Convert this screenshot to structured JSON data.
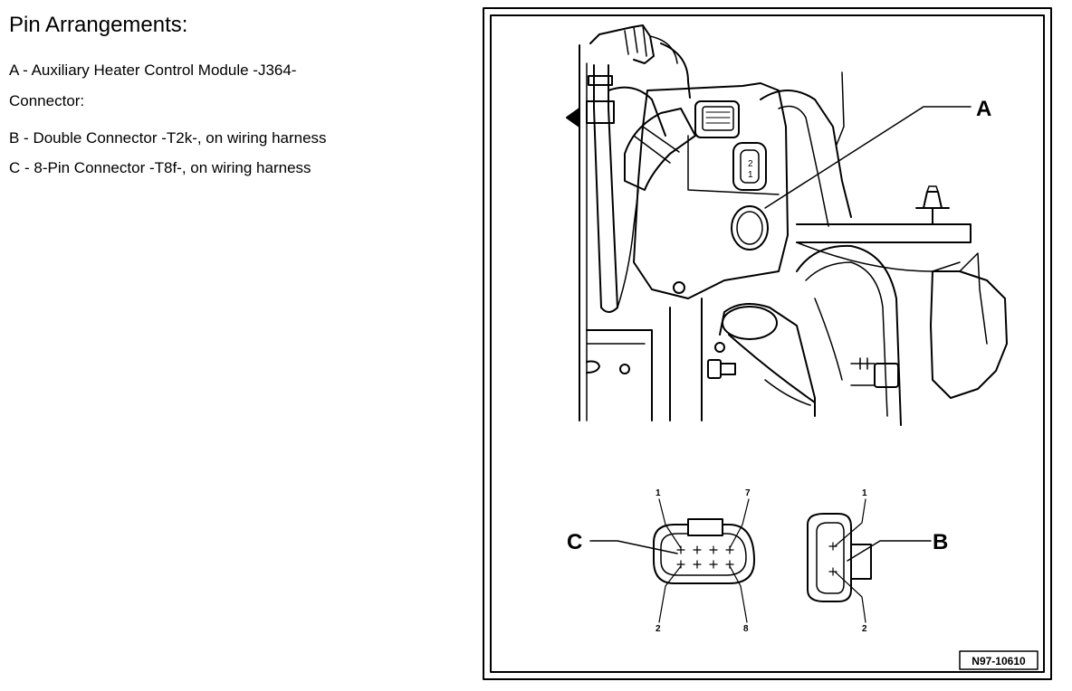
{
  "heading": "Pin Arrangements:",
  "legend": [
    "A - Auxiliary Heater Control Module -J364-",
    "Connector:",
    "B - Double Connector -T2k-, on wiring harness",
    "C - 8-Pin Connector -T8f-, on wiring harness"
  ],
  "figure": {
    "callout_a": "A",
    "callout_b": "B",
    "callout_c": "C",
    "pin_c_top_left": "1",
    "pin_c_top_right": "7",
    "pin_c_bottom_left": "2",
    "pin_c_bottom_right": "8",
    "pin_b_top": "1",
    "pin_b_bottom": "2",
    "figure_id": "N97-10610"
  }
}
